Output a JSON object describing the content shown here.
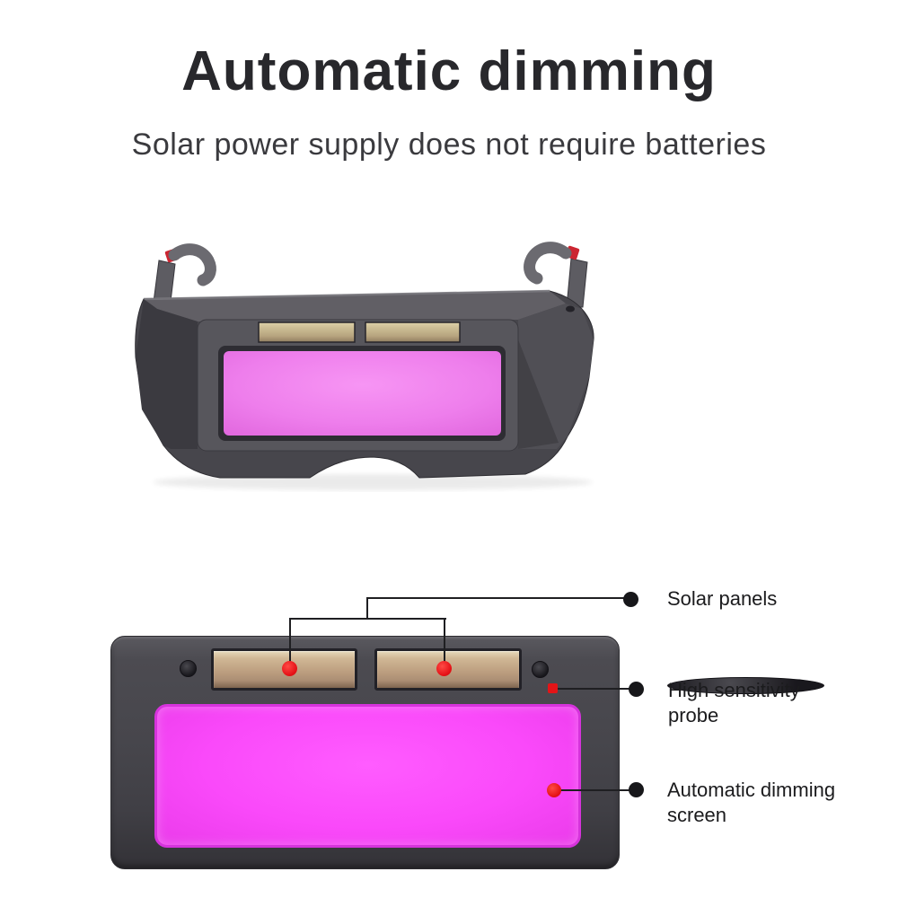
{
  "header": {
    "title": "Automatic dimming",
    "subtitle": "Solar power supply does not require batteries"
  },
  "product": {
    "photo_subject": "auto-darkening welding glasses, front three-quarter view, folded temples",
    "diagram_subject": "welding lens cartridge front view"
  },
  "callouts": [
    {
      "id": "solar-panels",
      "label": "Solar panels"
    },
    {
      "id": "high-sensitivity-probe",
      "label": "High sensitivity probe"
    },
    {
      "id": "automatic-dimming-screen",
      "label": "Automatic dimming screen"
    }
  ],
  "icons": [
    "callout-endpoint-dot-icon",
    "marker-red-dot-icon",
    "marker-red-square-icon",
    "probe-lens-icon"
  ],
  "colors": {
    "background": "#ffffff",
    "title_text": "#28282c",
    "subtitle_text": "#3a3a3e",
    "label_text": "#1b1b1d",
    "callout_line": "#1f1f22",
    "callout_endpoint": "#17171a",
    "marker_red": "#e51217",
    "screen_magenta": "#fa49fa",
    "lens_pink": "#ec77ea",
    "solar_panel_tan": "#bd9f80",
    "frame_gray": "#47464c",
    "temple_red": "#cc2531"
  }
}
